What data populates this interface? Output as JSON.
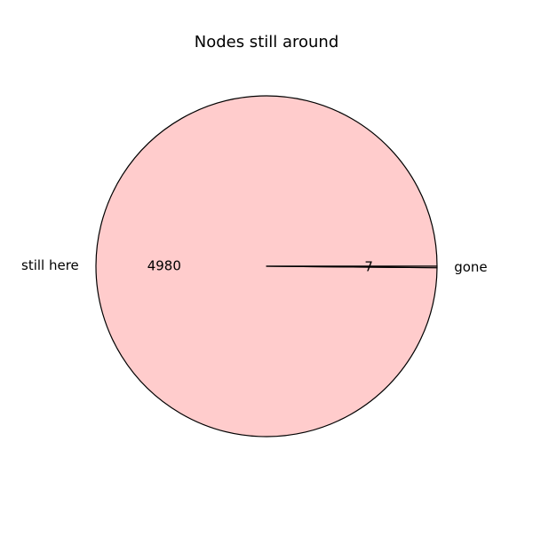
{
  "chart_data": {
    "type": "pie",
    "title": "Nodes still around",
    "categories": [
      "still here",
      "gone"
    ],
    "values": [
      4980,
      7
    ],
    "value_labels": [
      "4980",
      "7"
    ],
    "colors": {
      "slice_fill": "#ffcccc",
      "edge": "#000000"
    }
  }
}
